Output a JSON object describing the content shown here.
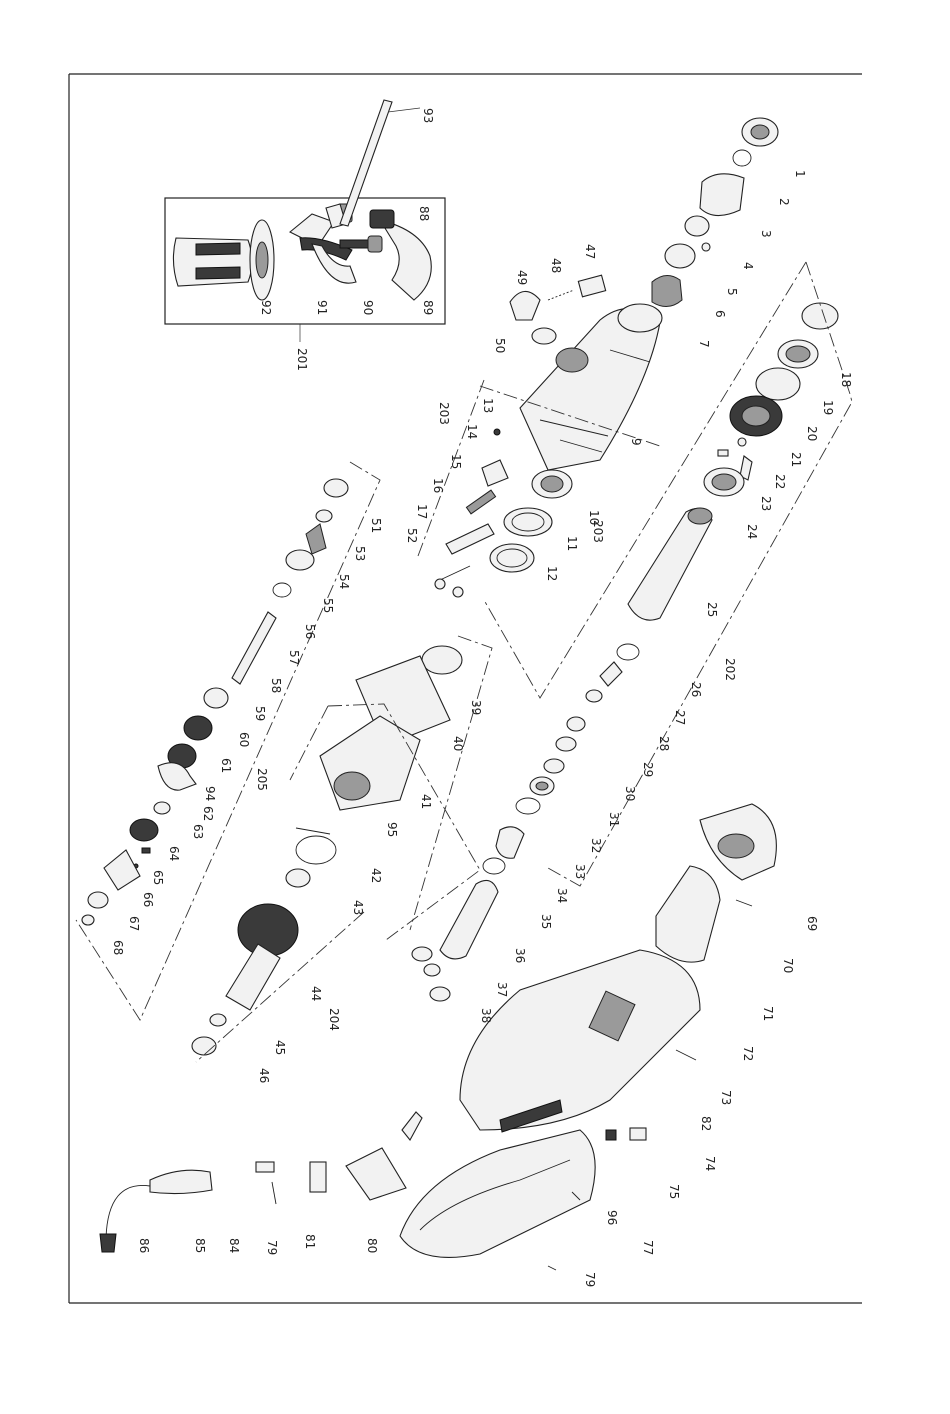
{
  "diagram": {
    "callouts": [
      "1",
      "2",
      "3",
      "4",
      "5",
      "6",
      "7",
      "9",
      "10",
      "11",
      "12",
      "13",
      "14",
      "15",
      "16",
      "17",
      "18",
      "19",
      "20",
      "21",
      "22",
      "23",
      "24",
      "25",
      "26",
      "27",
      "28",
      "29",
      "30",
      "31",
      "32",
      "33",
      "34",
      "35",
      "36",
      "37",
      "38",
      "39",
      "40",
      "41",
      "42",
      "43",
      "44",
      "45",
      "46",
      "47",
      "48",
      "49",
      "50",
      "51",
      "52",
      "53",
      "54",
      "55",
      "56",
      "57",
      "58",
      "59",
      "60",
      "61",
      "62",
      "63",
      "64",
      "65",
      "66",
      "67",
      "68",
      "69",
      "70",
      "71",
      "72",
      "73",
      "74",
      "75",
      "77",
      "79",
      "79",
      "80",
      "81",
      "82",
      "84",
      "85",
      "86",
      "88",
      "89",
      "90",
      "91",
      "92",
      "93",
      "94",
      "95",
      "96",
      "201",
      "202",
      "203",
      "203",
      "204",
      "205"
    ]
  }
}
